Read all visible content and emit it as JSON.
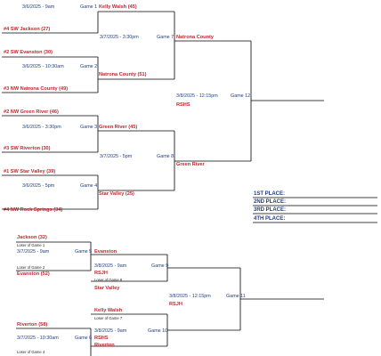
{
  "bracket": {
    "game1": {
      "date": "3/6/2025 - 9am",
      "label": "Game 1"
    },
    "game2": {
      "date": "3/6/2025 - 10:30am",
      "label": "Game 2"
    },
    "game3": {
      "date": "3/6/2025 - 3:30pm",
      "label": "Game 3"
    },
    "game4": {
      "date": "3/6/2025 - 5pm",
      "label": "Game 4"
    },
    "game5": {
      "date": "3/7/2025 - 9am",
      "label": "Game 5"
    },
    "game6": {
      "date": "3/7/2025 - 10:30am",
      "label": "Game 6"
    },
    "game7": {
      "date": "3/7/2025 - 3:30pm",
      "label": "Game 7"
    },
    "game8": {
      "date": "3/7/2025 - 5pm",
      "label": "Game 8"
    },
    "game9": {
      "date": "3/8/2025 - 9am",
      "label": "Game 9",
      "location": "RSJH"
    },
    "game10": {
      "date": "3/8/2025 - 9am",
      "label": "Game 10",
      "location": "RSHS"
    },
    "game11": {
      "date": "3/8/2025 - 12:15pm",
      "label": "Game 11",
      "location": "RSJH"
    },
    "game12": {
      "date": "3/8/2025 - 12:15pm",
      "label": "Game 12",
      "location": "RSHS"
    },
    "teams": {
      "g1_top": "Kelly Walsh (45)",
      "g1_bottom": "#4 SW  Jackson (27)",
      "g2_top": "#2 SW  Evanston (30)",
      "g2_bottom": "#3 NW  Natrona County (49)",
      "g3_top": "#2 NW  Green River (46)",
      "g3_bottom": "#3 SW  Riverton (30)",
      "g4_top": "#1 SW  Star Valley (39)",
      "g4_bottom": "#4 NW  Rock Springs (34)",
      "g7_top": "Natrona County",
      "g7_from_g2": "Natrona County (51)",
      "g3_winner": "Green River (45)",
      "g4_winner": "Star Valley (25)",
      "g8_winner": "Green River",
      "g5_top": "Jackson (32)",
      "g5_bottom": "Evanston (52)",
      "g9_top": "Evanston",
      "g9_bottom": "Star Valley",
      "g10_top": "Kelly Walsh",
      "g6_top": "Riverton (58)",
      "g10_bottom": "Riverton"
    },
    "loser_labels": {
      "lg1": "Loser of Game 1",
      "lg2": "Loser of Game 2",
      "lg8": "Loser of Game 8",
      "lg7": "Loser of Game 7",
      "lg4": "Loser of Game 4"
    },
    "places": {
      "first": "1ST PLACE:",
      "second": "2ND PLACE:",
      "third": "3RD PLACE:",
      "fourth": "4TH PLACE:"
    }
  }
}
